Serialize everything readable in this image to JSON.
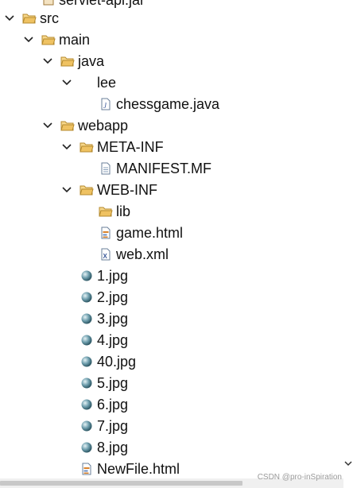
{
  "tree": {
    "top_partial_label": "servlet-api.jar",
    "src": "src",
    "main": "main",
    "java": "java",
    "lee": "lee",
    "chessgame": "chessgame.java",
    "webapp": "webapp",
    "meta_inf": "META-INF",
    "manifest": "MANIFEST.MF",
    "web_inf": "WEB-INF",
    "lib": "lib",
    "game_html": "game.html",
    "web_xml": "web.xml",
    "images": [
      "1.jpg",
      "2.jpg",
      "3.jpg",
      "4.jpg",
      "40.jpg",
      "5.jpg",
      "6.jpg",
      "7.jpg",
      "8.jpg"
    ],
    "newfile": "NewFile.html"
  },
  "watermark": "CSDN @pro-inSpiration",
  "icons": {
    "folder": "folder-icon",
    "package": "package-icon",
    "java_file": "java-file-icon",
    "text_file": "text-file-icon",
    "html_file": "html-file-icon",
    "xml_file": "xml-file-icon",
    "image_file": "image-file-icon",
    "jar_file": "jar-file-icon"
  },
  "colors": {
    "folder": "#e8b04a",
    "image_sphere": "#5a8a9a",
    "arrow": "#222222"
  }
}
